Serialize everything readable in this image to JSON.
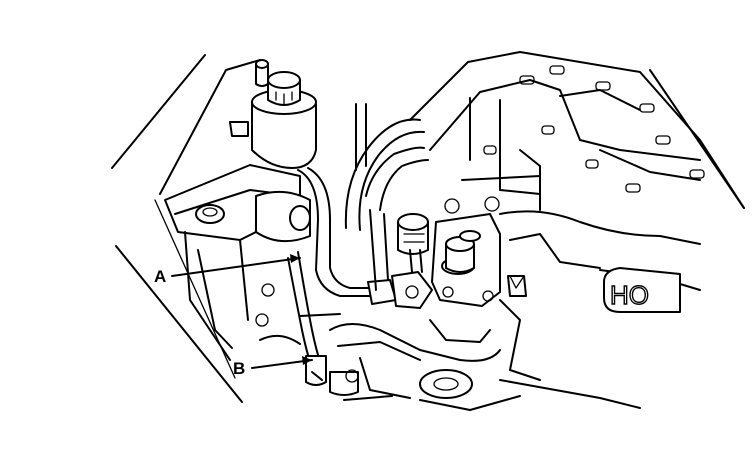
{
  "callouts": {
    "a": {
      "label": "A"
    },
    "b": {
      "label": "B"
    }
  },
  "engine_cover": {
    "lettering": "HO"
  },
  "colors": {
    "line": "#000000",
    "background": "#ffffff"
  }
}
